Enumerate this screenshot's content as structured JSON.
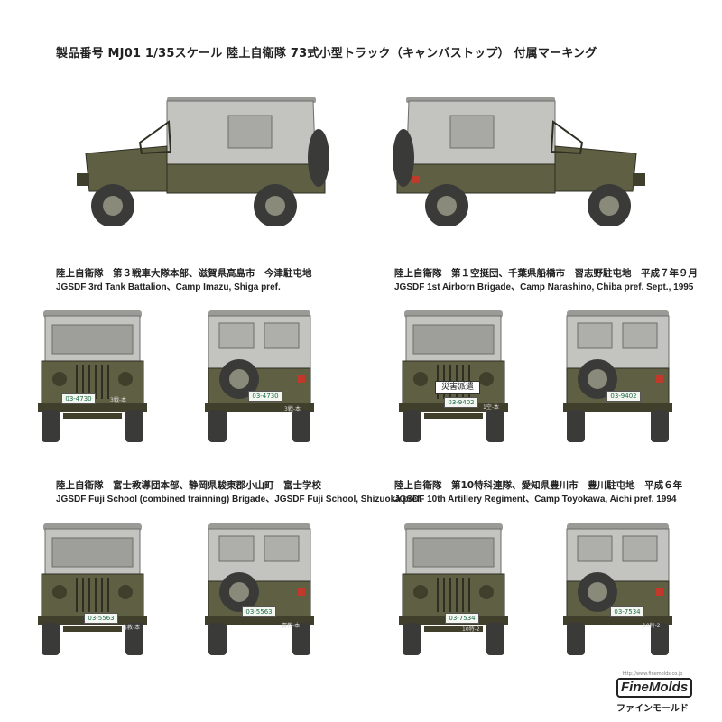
{
  "title": "製品番号 MJ01 1/35スケール 陸上自衛隊 73式小型トラック（キャンバストップ） 付属マーキング",
  "markings": [
    {
      "jp": "陸上自衛隊　第３戦車大隊本部、滋賀県高島市　今津駐屯地",
      "en": "JGSDF 3rd Tank Battalion、Camp Imazu, Shiga pref.",
      "plate": "03-4730",
      "rear_label": "3戦-本",
      "front_label": "3戦-本",
      "sign": ""
    },
    {
      "jp": "陸上自衛隊　第１空挺団、千葉県船橋市　習志野駐屯地　平成７年９月",
      "en": "JGSDF 1st Airborn Brigade、Camp Narashino, Chiba pref. Sept., 1995",
      "plate": "03-9402",
      "rear_label": "",
      "front_label": "1空-本",
      "sign": "災害派遣"
    },
    {
      "jp": "陸上自衛隊　富士教導団本部、静岡県駿東郡小山町　富士学校",
      "en": "JGSDF Fuji School (combined trainning) Brigade、JGSDF Fuji School, Shizuoka pref.",
      "plate": "03-5563",
      "rear_label": "富教-本",
      "front_label": "富教-本",
      "sign": ""
    },
    {
      "jp": "陸上自衛隊　第10特科連隊、愛知県豊川市　豊川駐屯地　平成６年",
      "en": "JGSDF 10th Artillery Regiment、Camp Toyokawa, Aichi pref. 1994",
      "plate": "03-7534",
      "rear_label": "10特-2",
      "front_label": "10特-2",
      "sign": ""
    }
  ],
  "brand": {
    "name": "FineMolds",
    "kana": "ファインモールド",
    "url": "http://www.finemolds.co.jp"
  },
  "colors": {
    "olive": "#5f6043",
    "olive_dark": "#3f3f2b",
    "canvas": "#bfbfbb",
    "canvas_dark": "#8e8e8a",
    "tire": "#3a3a38",
    "hub": "#8a8a7a",
    "plate": "#f4f6f0",
    "plate_text": "#1a6a4a"
  }
}
